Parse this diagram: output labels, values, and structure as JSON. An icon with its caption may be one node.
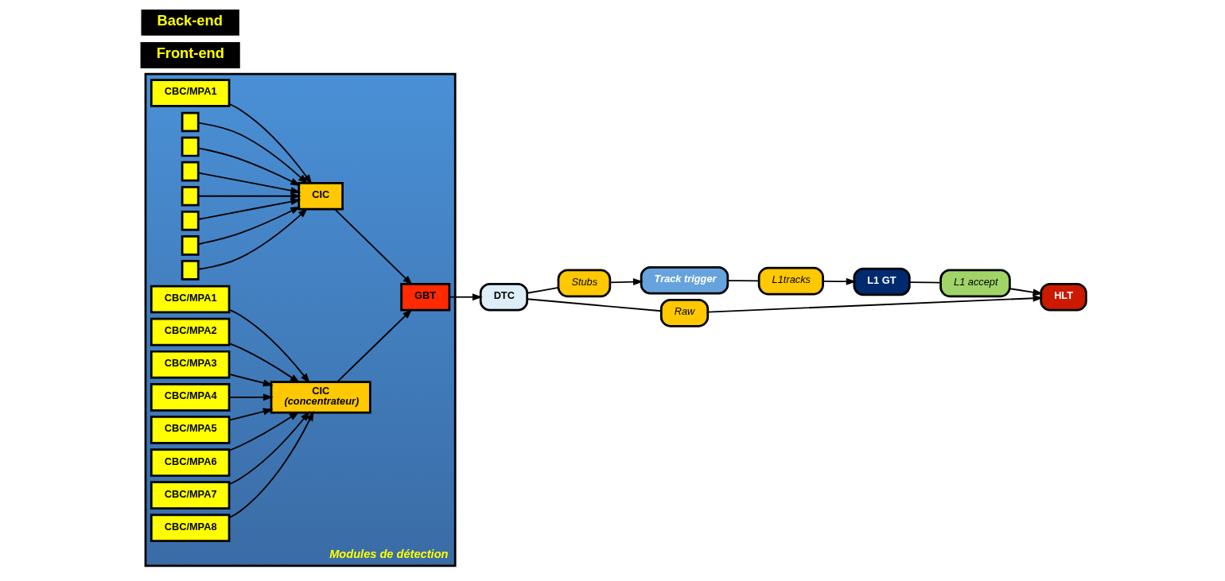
{
  "diagram": {
    "nodes": [
      {
        "text": [
          "Modules de détection"
        ]
      },
      {
        "text": [
          "CBC/MPA1"
        ],
        "in": 0
      },
      {
        "text": [],
        "shape": "box",
        "in": 0
      },
      {
        "text": [],
        "shape": "box",
        "in": 0
      },
      {
        "text": [],
        "shape": "box",
        "in": 0
      },
      {
        "text": [],
        "shape": "box",
        "in": 0
      },
      {
        "text": [],
        "shape": "box",
        "in": 0
      },
      {
        "text": [],
        "shape": "box",
        "in": 0
      },
      {
        "text": [],
        "shape": "box",
        "in": 0
      },
      {
        "text": [
          "CBC/MPA1"
        ],
        "in": 0
      },
      {
        "text": [
          "CBC/MPA2"
        ],
        "in": 0
      },
      {
        "text": [
          "CBC/MPA3"
        ],
        "in": 0
      },
      {
        "text": [
          "CBC/MPA4"
        ],
        "in": 0
      },
      {
        "text": [
          "CBC/MPA5"
        ],
        "in": 0
      },
      {
        "text": [
          "CBC/MPA6"
        ],
        "in": 0
      },
      {
        "text": [
          "CBC/MPA7"
        ],
        "in": 0
      },
      {
        "text": [
          "CBC/MPA8"
        ],
        "in": 0
      },
      {
        "text": [
          "CIC"
        ],
        "in": 0
      },
      {
        "text": [
          "CIC",
          "(concentrateur)"
        ],
        "in": 0
      },
      {
        "text": [
          "GBT"
        ],
        "in": 0
      },
      {
        "text": [
          "DTC"
        ]
      },
      {
        "text": [
          "Stubs"
        ]
      },
      {
        "text": [
          "Track trigger"
        ]
      },
      {
        "text": [
          "L1tracks"
        ]
      },
      {
        "text": [
          "Raw"
        ]
      },
      {
        "text": [
          "L1 GT"
        ]
      },
      {
        "text": [
          "L1 accept"
        ]
      },
      {
        "text": [
          "HLT"
        ]
      }
    ],
    "edges": [
      {
        "from": 1,
        "to": 17,
        "arrow": "to"
      },
      {
        "from": 2,
        "to": 17,
        "arrow": "to"
      },
      {
        "from": 3,
        "to": 17,
        "arrow": "to"
      },
      {
        "from": 4,
        "to": 17,
        "arrow": "to"
      },
      {
        "from": 5,
        "to": 17,
        "arrow": "to"
      },
      {
        "from": 6,
        "to": 17,
        "arrow": "to"
      },
      {
        "from": 7,
        "to": 17,
        "arrow": "to"
      },
      {
        "from": 8,
        "to": 17,
        "arrow": "to"
      },
      {
        "from": 9,
        "to": 18,
        "arrow": "to"
      },
      {
        "from": 10,
        "to": 18,
        "arrow": "to"
      },
      {
        "from": 11,
        "to": 18,
        "arrow": "to"
      },
      {
        "from": 12,
        "to": 18,
        "arrow": "to"
      },
      {
        "from": 13,
        "to": 18,
        "arrow": "to"
      },
      {
        "from": 14,
        "to": 18,
        "arrow": "to"
      },
      {
        "from": 15,
        "to": 18,
        "arrow": "to"
      },
      {
        "from": 16,
        "to": 18,
        "arrow": "to"
      },
      {
        "from": 17,
        "to": 19,
        "arrow": "to"
      },
      {
        "from": 18,
        "to": 19,
        "arrow": "to"
      },
      {
        "from": 19,
        "to": 20,
        "arrow": "to"
      },
      {
        "from": 20,
        "to": 21,
        "arrow": "none"
      },
      {
        "from": 21,
        "to": 22,
        "arrow": "to"
      },
      {
        "from": 22,
        "to": 23,
        "arrow": "none"
      },
      {
        "from": 23,
        "to": 25,
        "arrow": "to"
      },
      {
        "from": 25,
        "to": 26,
        "arrow": "none"
      },
      {
        "from": 26,
        "to": 27,
        "arrow": "to"
      },
      {
        "from": 20,
        "to": 24,
        "arrow": "none"
      },
      {
        "from": 24,
        "to": 27,
        "arrow": "to"
      }
    ],
    "labels": [
      "Front-end",
      "Back-end"
    ]
  }
}
